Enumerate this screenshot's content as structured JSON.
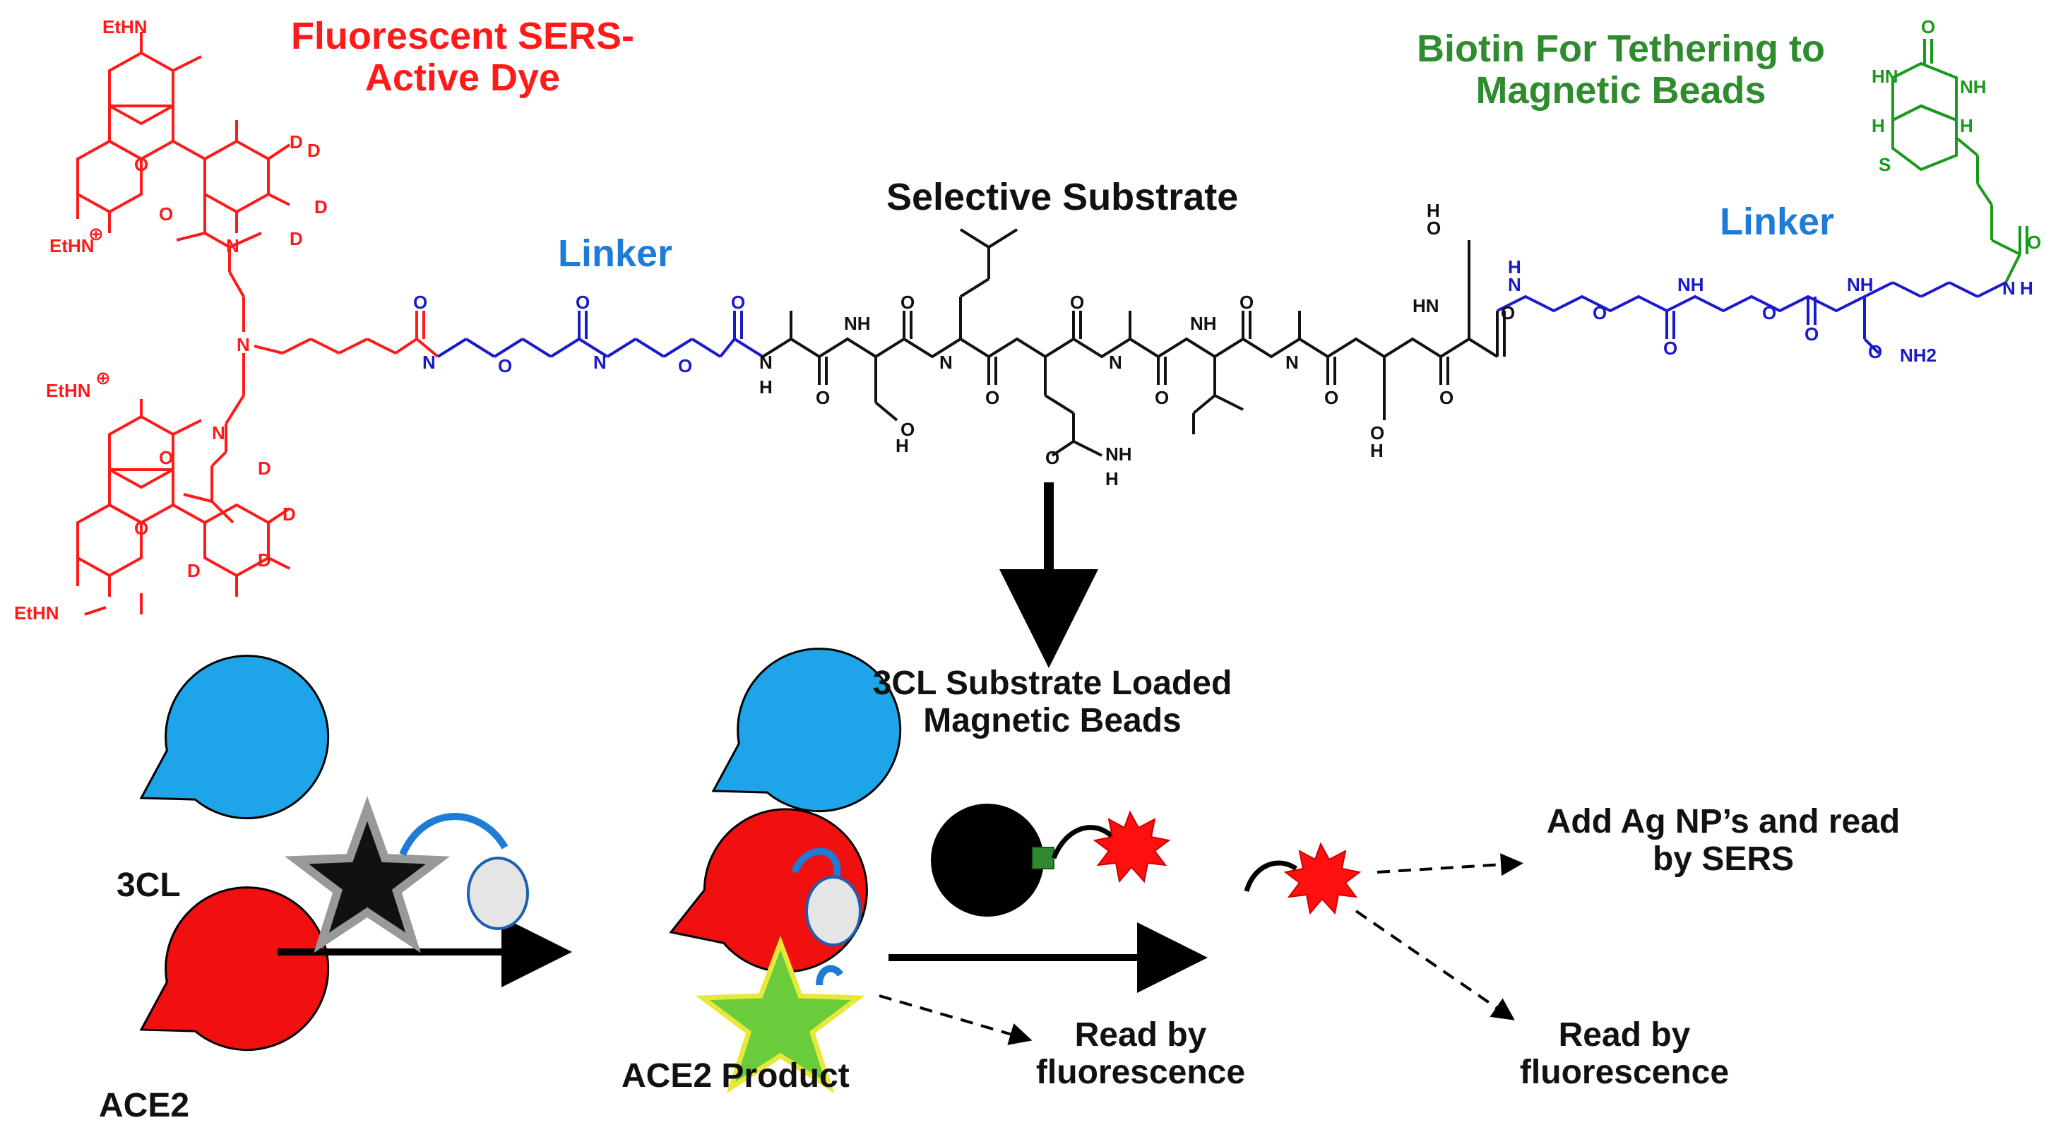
{
  "labels": {
    "dye_title": "Fluorescent SERS-\nActive Dye",
    "biotin_title": "Biotin For Tethering to\nMagnetic Beads",
    "linker_left": "Linker",
    "linker_right": "Linker",
    "selective_substrate": "Selective Substrate",
    "beads_caption": "3CL Substrate Loaded\nMagnetic Beads",
    "enzyme_3cl": "3CL",
    "enzyme_ace2": "ACE2",
    "ace2_product": "ACE2 Product",
    "read_fluor_1": "Read by\nfluorescence",
    "add_ag_sers": "Add Ag NP’s and read\nby SERS",
    "read_fluor_2": "Read by\nfluorescence"
  },
  "atoms": {
    "EtHN": "EtHN",
    "D": "D",
    "O": "O",
    "N": "N",
    "NH": "NH",
    "H": "H",
    "HN": "HN",
    "S": "S",
    "NH2": "NH2",
    "plus": "⊕",
    "OH_top": "O–",
    "HO": "H–O"
  },
  "colors": {
    "dye": "#ff1a1a",
    "biotin": "#1a9a1a",
    "biotin_title": "#2e8b2e",
    "linker_struct": "#1a1acc",
    "linker_title": "#1e7bd6",
    "substrate": "#111111",
    "enzyme_3cl": "#1ea5e9",
    "enzyme_ace2": "#f01010",
    "green_star": "#6acc3a",
    "bead": "#000000",
    "red_burst": "#ff1010"
  },
  "icons": [
    "3cl-enzyme-icon",
    "ace2-enzyme-icon",
    "quenched-substrate-star-icon",
    "product-star-icon",
    "magnetic-bead-icon",
    "sers-dye-burst-icon",
    "arrow-icon"
  ]
}
